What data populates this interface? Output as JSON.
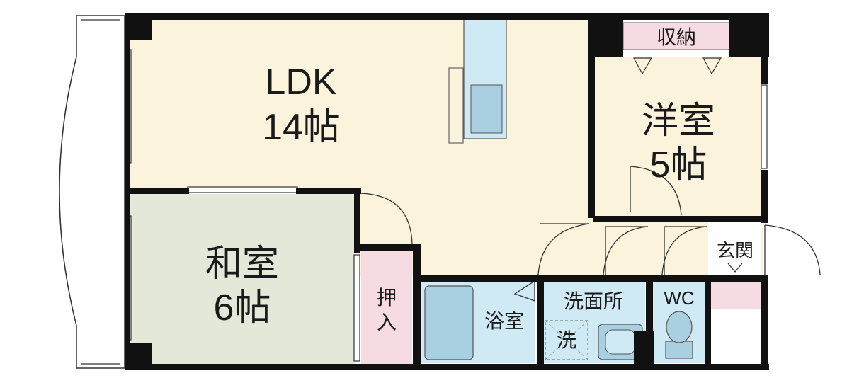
{
  "rooms": {
    "ldk": {
      "name": "LDK",
      "size": "14帖"
    },
    "western": {
      "name": "洋室",
      "size": "5帖"
    },
    "japanese": {
      "name": "和室",
      "size": "6帖"
    },
    "closet": "収納",
    "oshiire_1": "押",
    "oshiire_2": "入",
    "bath": "浴室",
    "washroom": "洗面所",
    "washer": "洗",
    "wc": "WC",
    "entrance": "玄関"
  },
  "colors": {
    "wall": "#111111",
    "ldk_floor": "#fbf3dc",
    "japanese_floor": "#e3e8d9",
    "wet_area": "#cfe9f5",
    "pink": "#f7dbe3",
    "fixture": "#a9cfe0"
  }
}
